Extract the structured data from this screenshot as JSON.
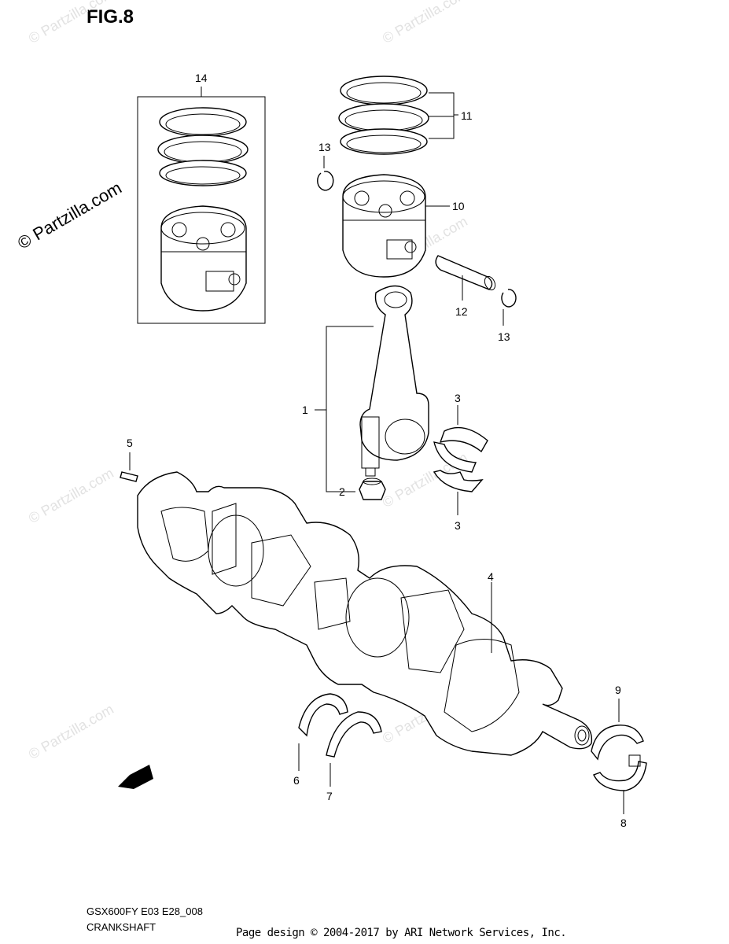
{
  "figure_title": "FIG.8",
  "watermark": "© Partzilla.com",
  "callouts": [
    {
      "id": "14",
      "label": "14"
    },
    {
      "id": "11",
      "label": "11"
    },
    {
      "id": "13a",
      "label": "13"
    },
    {
      "id": "10",
      "label": "10"
    },
    {
      "id": "12",
      "label": "12"
    },
    {
      "id": "13b",
      "label": "13"
    },
    {
      "id": "1",
      "label": "1"
    },
    {
      "id": "3a",
      "label": "3"
    },
    {
      "id": "5",
      "label": "5"
    },
    {
      "id": "2",
      "label": "2"
    },
    {
      "id": "3b",
      "label": "3"
    },
    {
      "id": "4",
      "label": "4"
    },
    {
      "id": "9",
      "label": "9"
    },
    {
      "id": "6",
      "label": "6"
    },
    {
      "id": "7",
      "label": "7"
    },
    {
      "id": "8",
      "label": "8"
    }
  ],
  "fwd_label": "FWD",
  "footer": {
    "model_code": "GSX600FY E03 E28_008",
    "section": "CRANKSHAFT",
    "credit": "Page design © 2004-2017 by ARI Network Services, Inc."
  }
}
